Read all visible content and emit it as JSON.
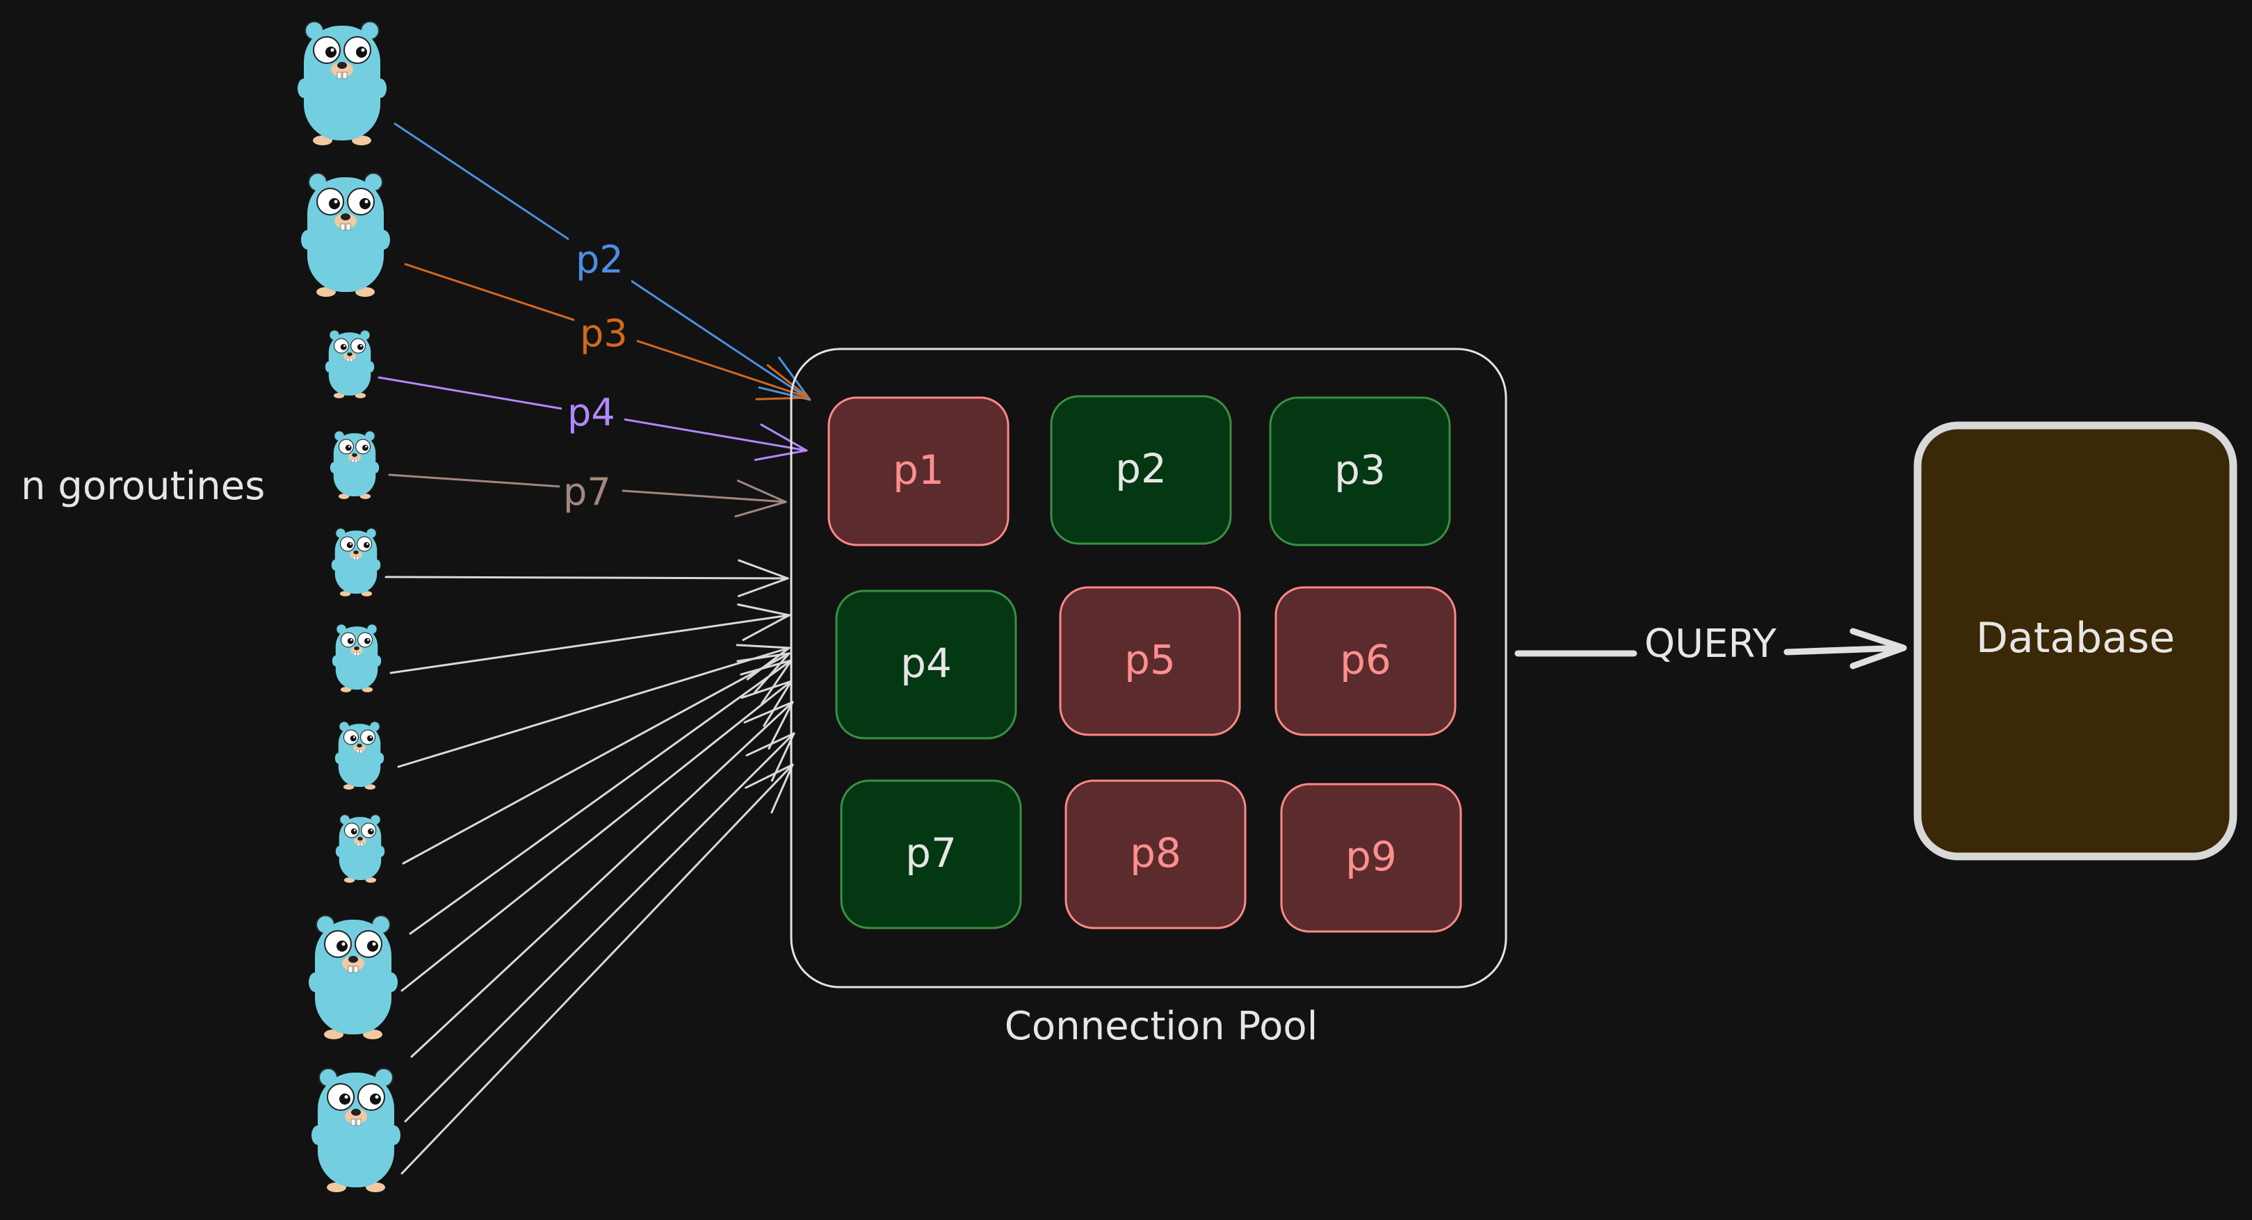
{
  "colors": {
    "background": "#121212",
    "busy_fill": "#5b2b2d",
    "busy_stroke": "#ff8787",
    "busy_text": "#ff8f8f",
    "idle_fill": "#033813",
    "idle_stroke": "#3a8f43",
    "idle_text": "#e6e6e6",
    "pool_stroke": "#e3e3e3",
    "db_fill": "#3a2806",
    "db_stroke": "#d9d9d9",
    "gopher_body": "#73cfe0",
    "line_default": "#d9d9d9",
    "line_p2": "#4a90e2",
    "line_p3": "#d2691e",
    "line_p4": "#b388ff",
    "line_p7": "#a1887f"
  },
  "goroutines": {
    "label": "n goroutines",
    "count": 10
  },
  "pool": {
    "label": "Connection Pool",
    "connections": [
      {
        "id": "p1",
        "state": "busy"
      },
      {
        "id": "p2",
        "state": "idle"
      },
      {
        "id": "p3",
        "state": "idle"
      },
      {
        "id": "p4",
        "state": "idle"
      },
      {
        "id": "p5",
        "state": "busy"
      },
      {
        "id": "p6",
        "state": "busy"
      },
      {
        "id": "p7",
        "state": "idle"
      },
      {
        "id": "p8",
        "state": "busy"
      },
      {
        "id": "p9",
        "state": "busy"
      }
    ]
  },
  "assignments": [
    {
      "label": "p2",
      "color_key": "line_p2"
    },
    {
      "label": "p3",
      "color_key": "line_p3"
    },
    {
      "label": "p4",
      "color_key": "line_p4"
    },
    {
      "label": "p7",
      "color_key": "line_p7"
    }
  ],
  "query": {
    "label": "QUERY"
  },
  "database": {
    "label": "Database"
  }
}
